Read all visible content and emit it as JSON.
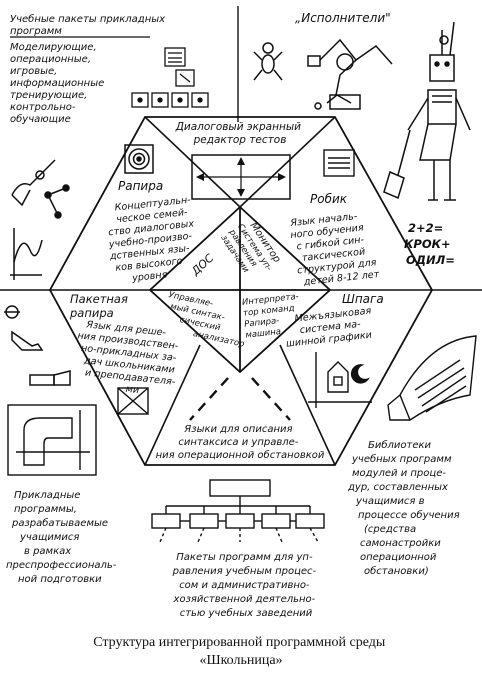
{
  "corners": {
    "top_left": [
      "Учебные пакеты прикладных",
      "программ",
      "Моделирующие,",
      "операционные,",
      "игровые,",
      "информационные",
      "тренирующие,",
      "контрольно-",
      "обучающие"
    ],
    "top_right": [
      "„Исполнители\""
    ],
    "bottom_left": [
      "Прикладные",
      "программы,",
      "разрабатываемые",
      "учащимися",
      "в рамках",
      "преспрофессиональ-",
      "ной подготовки"
    ],
    "bottom_right": [
      "Библиотеки",
      "учебных программ",
      "модулей и проце-",
      "дур, составленных",
      "учащимися в",
      "процессе обучения",
      "(средства",
      "самонастройки",
      "операционной",
      "обстановки)"
    ],
    "robik_formula": [
      "2+2=",
      "КРОК+",
      "ОДИЛ="
    ]
  },
  "sectors": {
    "top": [
      "Диалоговый экранный",
      "редактор тестов"
    ],
    "rapira_title": "Рапира",
    "rapira_text": [
      "Концептуальн-",
      "ческое семей-",
      "ство диалоговых",
      "учебно-произво-",
      "дственных язы-",
      "ков высокого",
      "уровня"
    ],
    "robik_title": "Робик",
    "robik_text": [
      "Язык началь-",
      "ного обучения",
      "с гибкой син-",
      "таксической",
      "структурой для",
      "детей 8-12 лет"
    ],
    "pr_title": [
      "Пакетная",
      "рапира"
    ],
    "pr_text": [
      "Язык для реше-",
      "ния производствен-",
      "но-прикладных за-",
      "дач школьниками",
      "и преподавателя-",
      "ми"
    ],
    "shpaga_title": "Шпага",
    "shpaga_text": [
      "Межъязыковая",
      "система ма-",
      "шинной графики"
    ],
    "bottom_text": [
      "Языки для описания",
      "синтаксиса и управле-",
      "ния операционной обстановкой"
    ]
  },
  "center": {
    "dos": "ДОС",
    "monitor_title": "Монитор",
    "monitor_sub": [
      "Система уп-",
      "равления",
      "задачами"
    ],
    "analyzer": [
      "Управляе-",
      "мый синтак-",
      "сический",
      "анализатор"
    ],
    "interpreter": [
      "Интерпрета-",
      "тор команд",
      "Рапира-",
      "машина"
    ]
  },
  "bottom_packages": [
    "Пакеты программ для уп-",
    "равления учебным процес-",
    "сом и административно-",
    "хозяйственной деятельно-",
    "стью учебных заведений"
  ],
  "caption": [
    "Структура интегрированной программной среды",
    "«Школьница»"
  ]
}
